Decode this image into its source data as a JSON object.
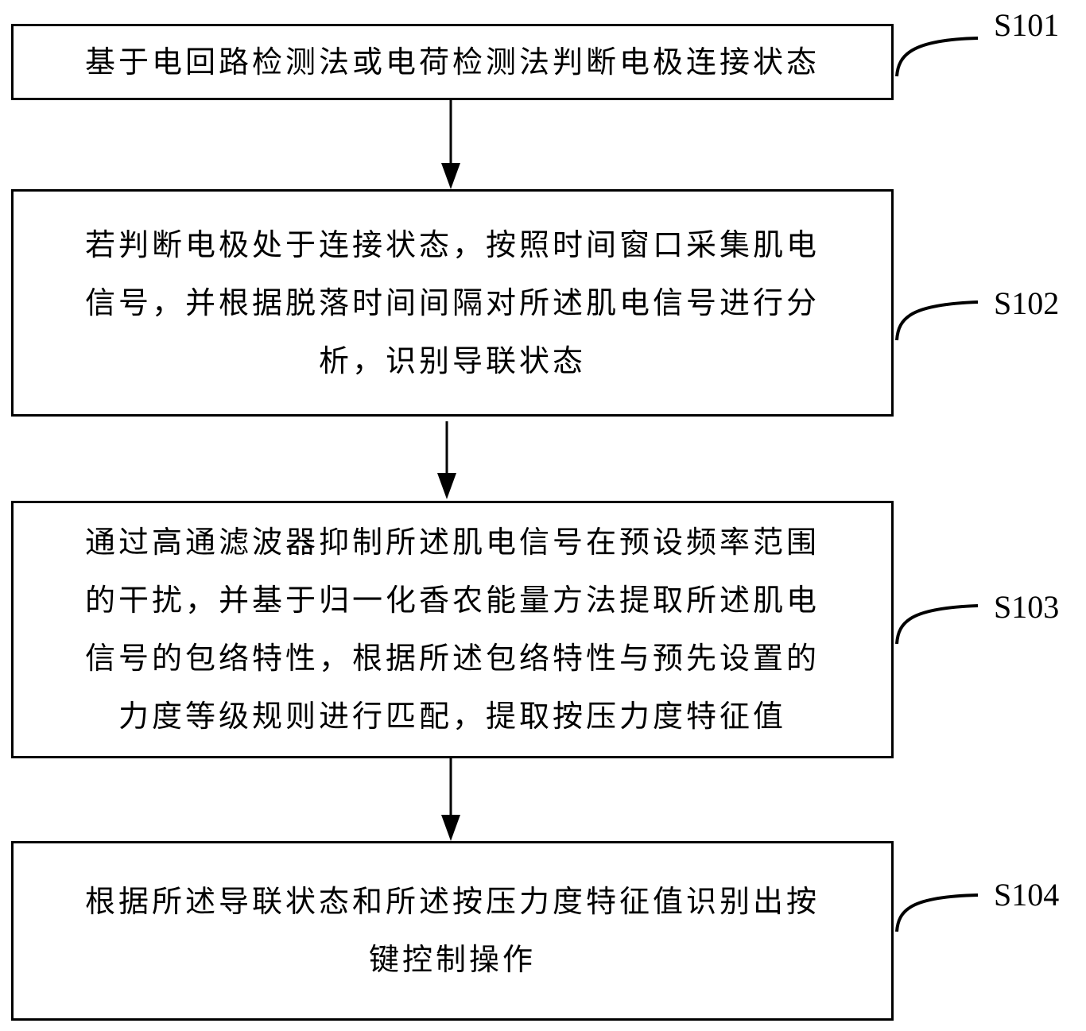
{
  "steps": [
    {
      "id": "S101",
      "lines": [
        "基于电回路检测法或电荷检测法判断电极连接状态"
      ]
    },
    {
      "id": "S102",
      "lines": [
        "若判断电极处于连接状态，按照时间窗口采集肌电",
        "信号，并根据脱落时间间隔对所述肌电信号进行分",
        "析，识别导联状态"
      ]
    },
    {
      "id": "S103",
      "lines": [
        "通过高通滤波器抑制所述肌电信号在预设频率范围",
        "的干扰，并基于归一化香农能量方法提取所述肌电",
        "信号的包络特性，根据所述包络特性与预先设置的",
        "力度等级规则进行匹配，提取按压力度特征值"
      ]
    },
    {
      "id": "S104",
      "lines": [
        "根据所述导联状态和所述按压力度特征值识别出按",
        "键控制操作"
      ]
    }
  ],
  "colors": {
    "stroke": "#000000",
    "background": "#ffffff"
  }
}
